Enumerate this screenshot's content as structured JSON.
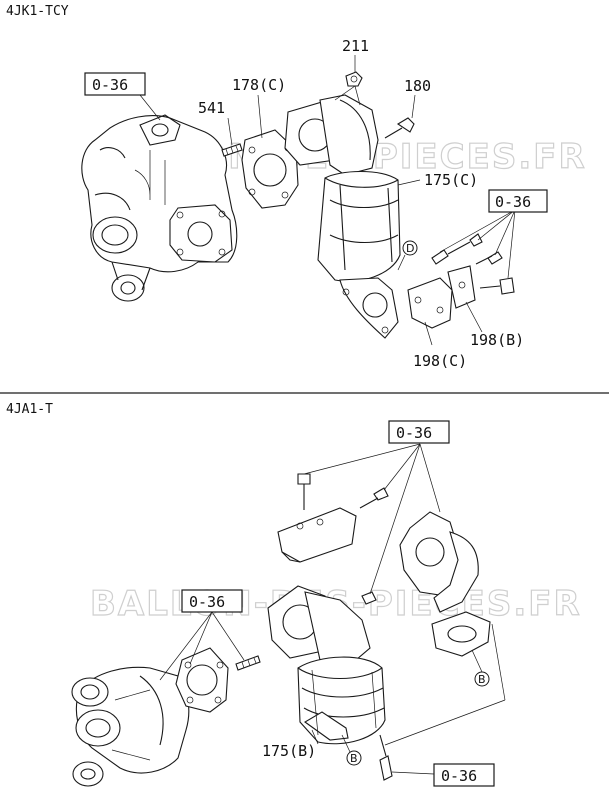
{
  "sections": {
    "top": {
      "model": "4JK1-TCY"
    },
    "bottom": {
      "model": "4JA1-T"
    }
  },
  "watermark": "BALLON-DES-PIECES.FR",
  "top_labels": {
    "ref_box": "0-36",
    "ref_box_right": "0-36",
    "p211": "211",
    "p180": "180",
    "p178c": "178(C)",
    "p541": "541",
    "p175c": "175(C)",
    "p198b": "198(B)",
    "p198c": "198(C)",
    "callout_d": "D"
  },
  "bottom_labels": {
    "ref_box_top": "0-36",
    "ref_box_left": "0-36",
    "ref_box_bottom": "0-36",
    "p175b": "175(B)",
    "callout_b1": "B",
    "callout_b2": "B"
  },
  "colors": {
    "line": "#1a1a1a",
    "watermark": "#cfcfcf"
  }
}
